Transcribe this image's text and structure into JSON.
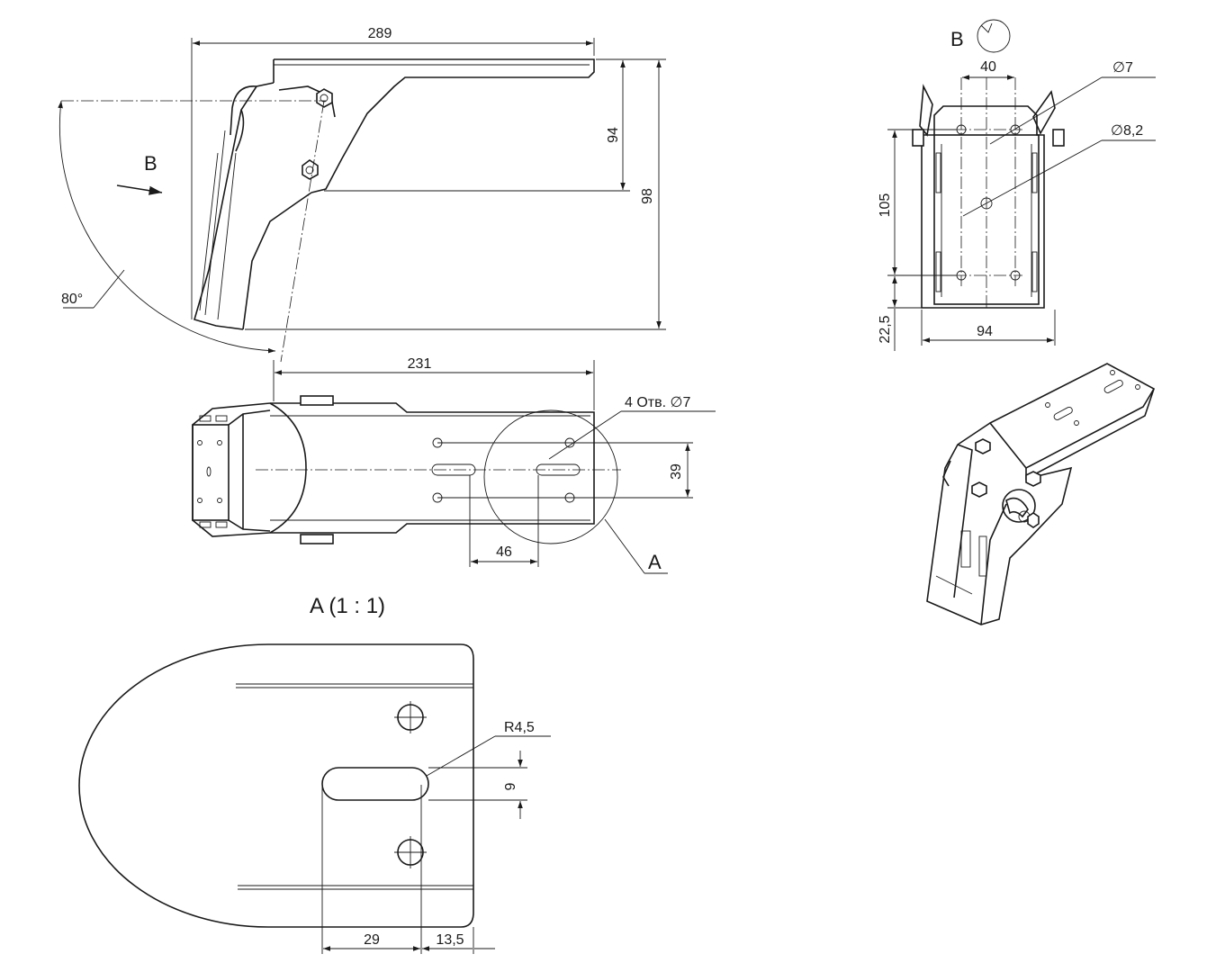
{
  "drawing": {
    "side_view": {
      "dim_total_length": "289",
      "dim_upper_height": "94",
      "dim_total_height": "98",
      "angle": "80°",
      "view_arrow_label": "B"
    },
    "top_view": {
      "dim_length": "231",
      "holes_note": "4 Отв. ∅7",
      "dim_hole_spacing": "39",
      "dim_slot_offset": "46",
      "detail_label": "A"
    },
    "detail_view": {
      "title": "A (1 : 1)",
      "radius": "R4,5",
      "slot_width": "9",
      "dim_29": "29",
      "dim_13_5": "13,5"
    },
    "view_b": {
      "title": "B",
      "dim_top": "40",
      "hole_small": "∅7",
      "hole_large": "∅8,2",
      "dim_height": "105",
      "dim_bottom_offset": "22,5",
      "dim_width": "94"
    }
  }
}
